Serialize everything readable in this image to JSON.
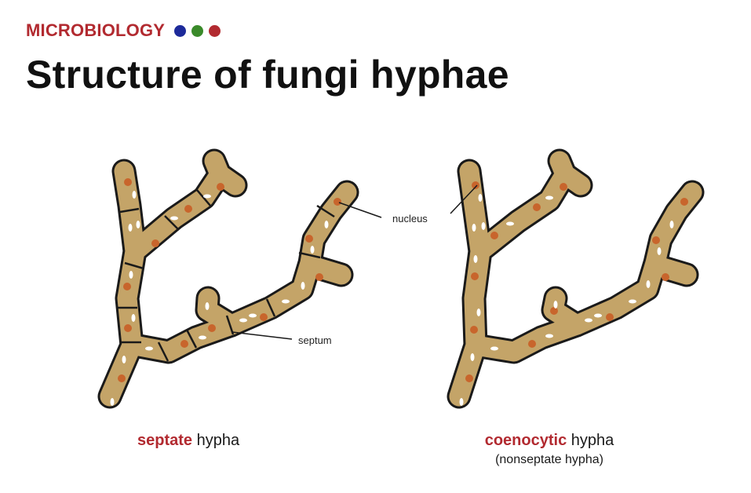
{
  "header": {
    "category": "MICROBIOLOGY",
    "dots": [
      "#1d2a9a",
      "#3a8a2a",
      "#b22a30"
    ],
    "title": "Structure of fungi hyphae"
  },
  "labels": {
    "nucleus": "nucleus",
    "septum": "septum"
  },
  "captions": {
    "left_highlight": "septate",
    "left_rest": "hypha",
    "right_highlight": "coenocytic",
    "right_rest": "hypha",
    "right_sub": "(nonseptate hypha)"
  },
  "colors": {
    "hypha_fill": "#c4a468",
    "outline": "#1a1a1a",
    "nucleus": "#c8652c",
    "vacuole": "#ffffff",
    "accent": "#b22a30"
  }
}
